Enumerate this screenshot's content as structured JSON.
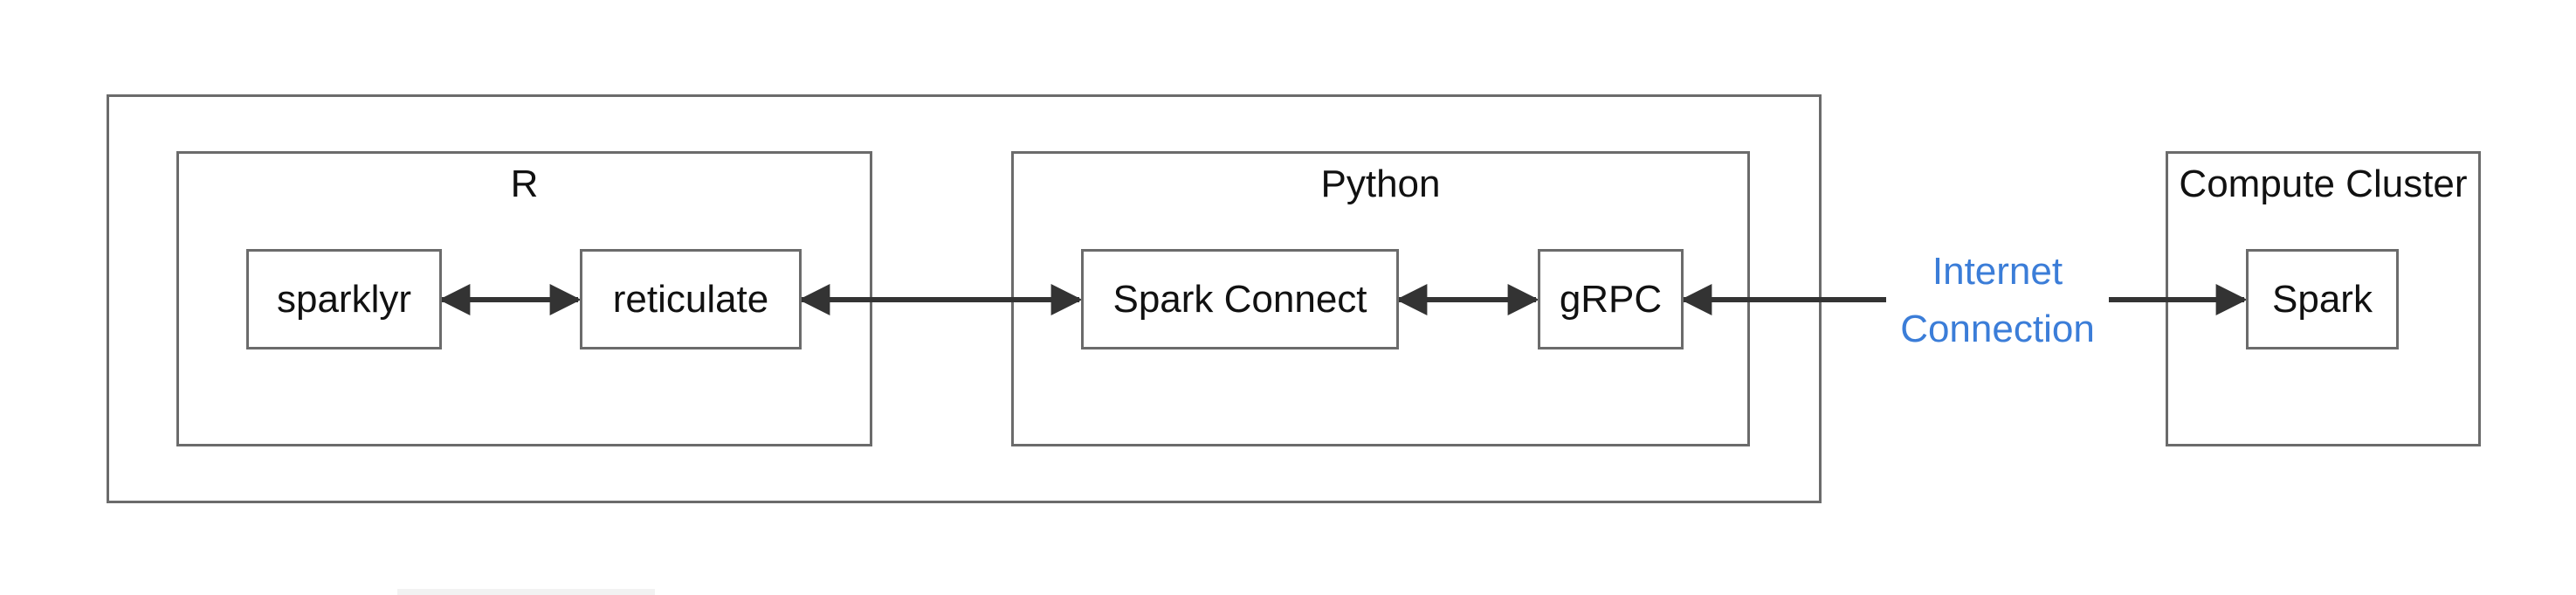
{
  "diagram": {
    "groups": {
      "r": {
        "title": "R"
      },
      "python": {
        "title": "Python"
      },
      "cluster": {
        "title": "Compute Cluster"
      }
    },
    "nodes": {
      "sparklyr": "sparklyr",
      "reticulate": "reticulate",
      "spark_connect": "Spark Connect",
      "grpc": "gRPC",
      "spark": "Spark"
    },
    "edges": [
      {
        "from": "sparklyr",
        "to": "reticulate",
        "direction": "both"
      },
      {
        "from": "reticulate",
        "to": "Spark Connect",
        "direction": "both"
      },
      {
        "from": "Spark Connect",
        "to": "gRPC",
        "direction": "both"
      },
      {
        "from": "gRPC",
        "to": "Spark",
        "direction": "both",
        "label_line1": "Internet",
        "label_line2": "Connection"
      }
    ],
    "colors": {
      "border": "#6b6b6b",
      "edge": "#333333",
      "edge_label": "#3b7dd8"
    }
  }
}
